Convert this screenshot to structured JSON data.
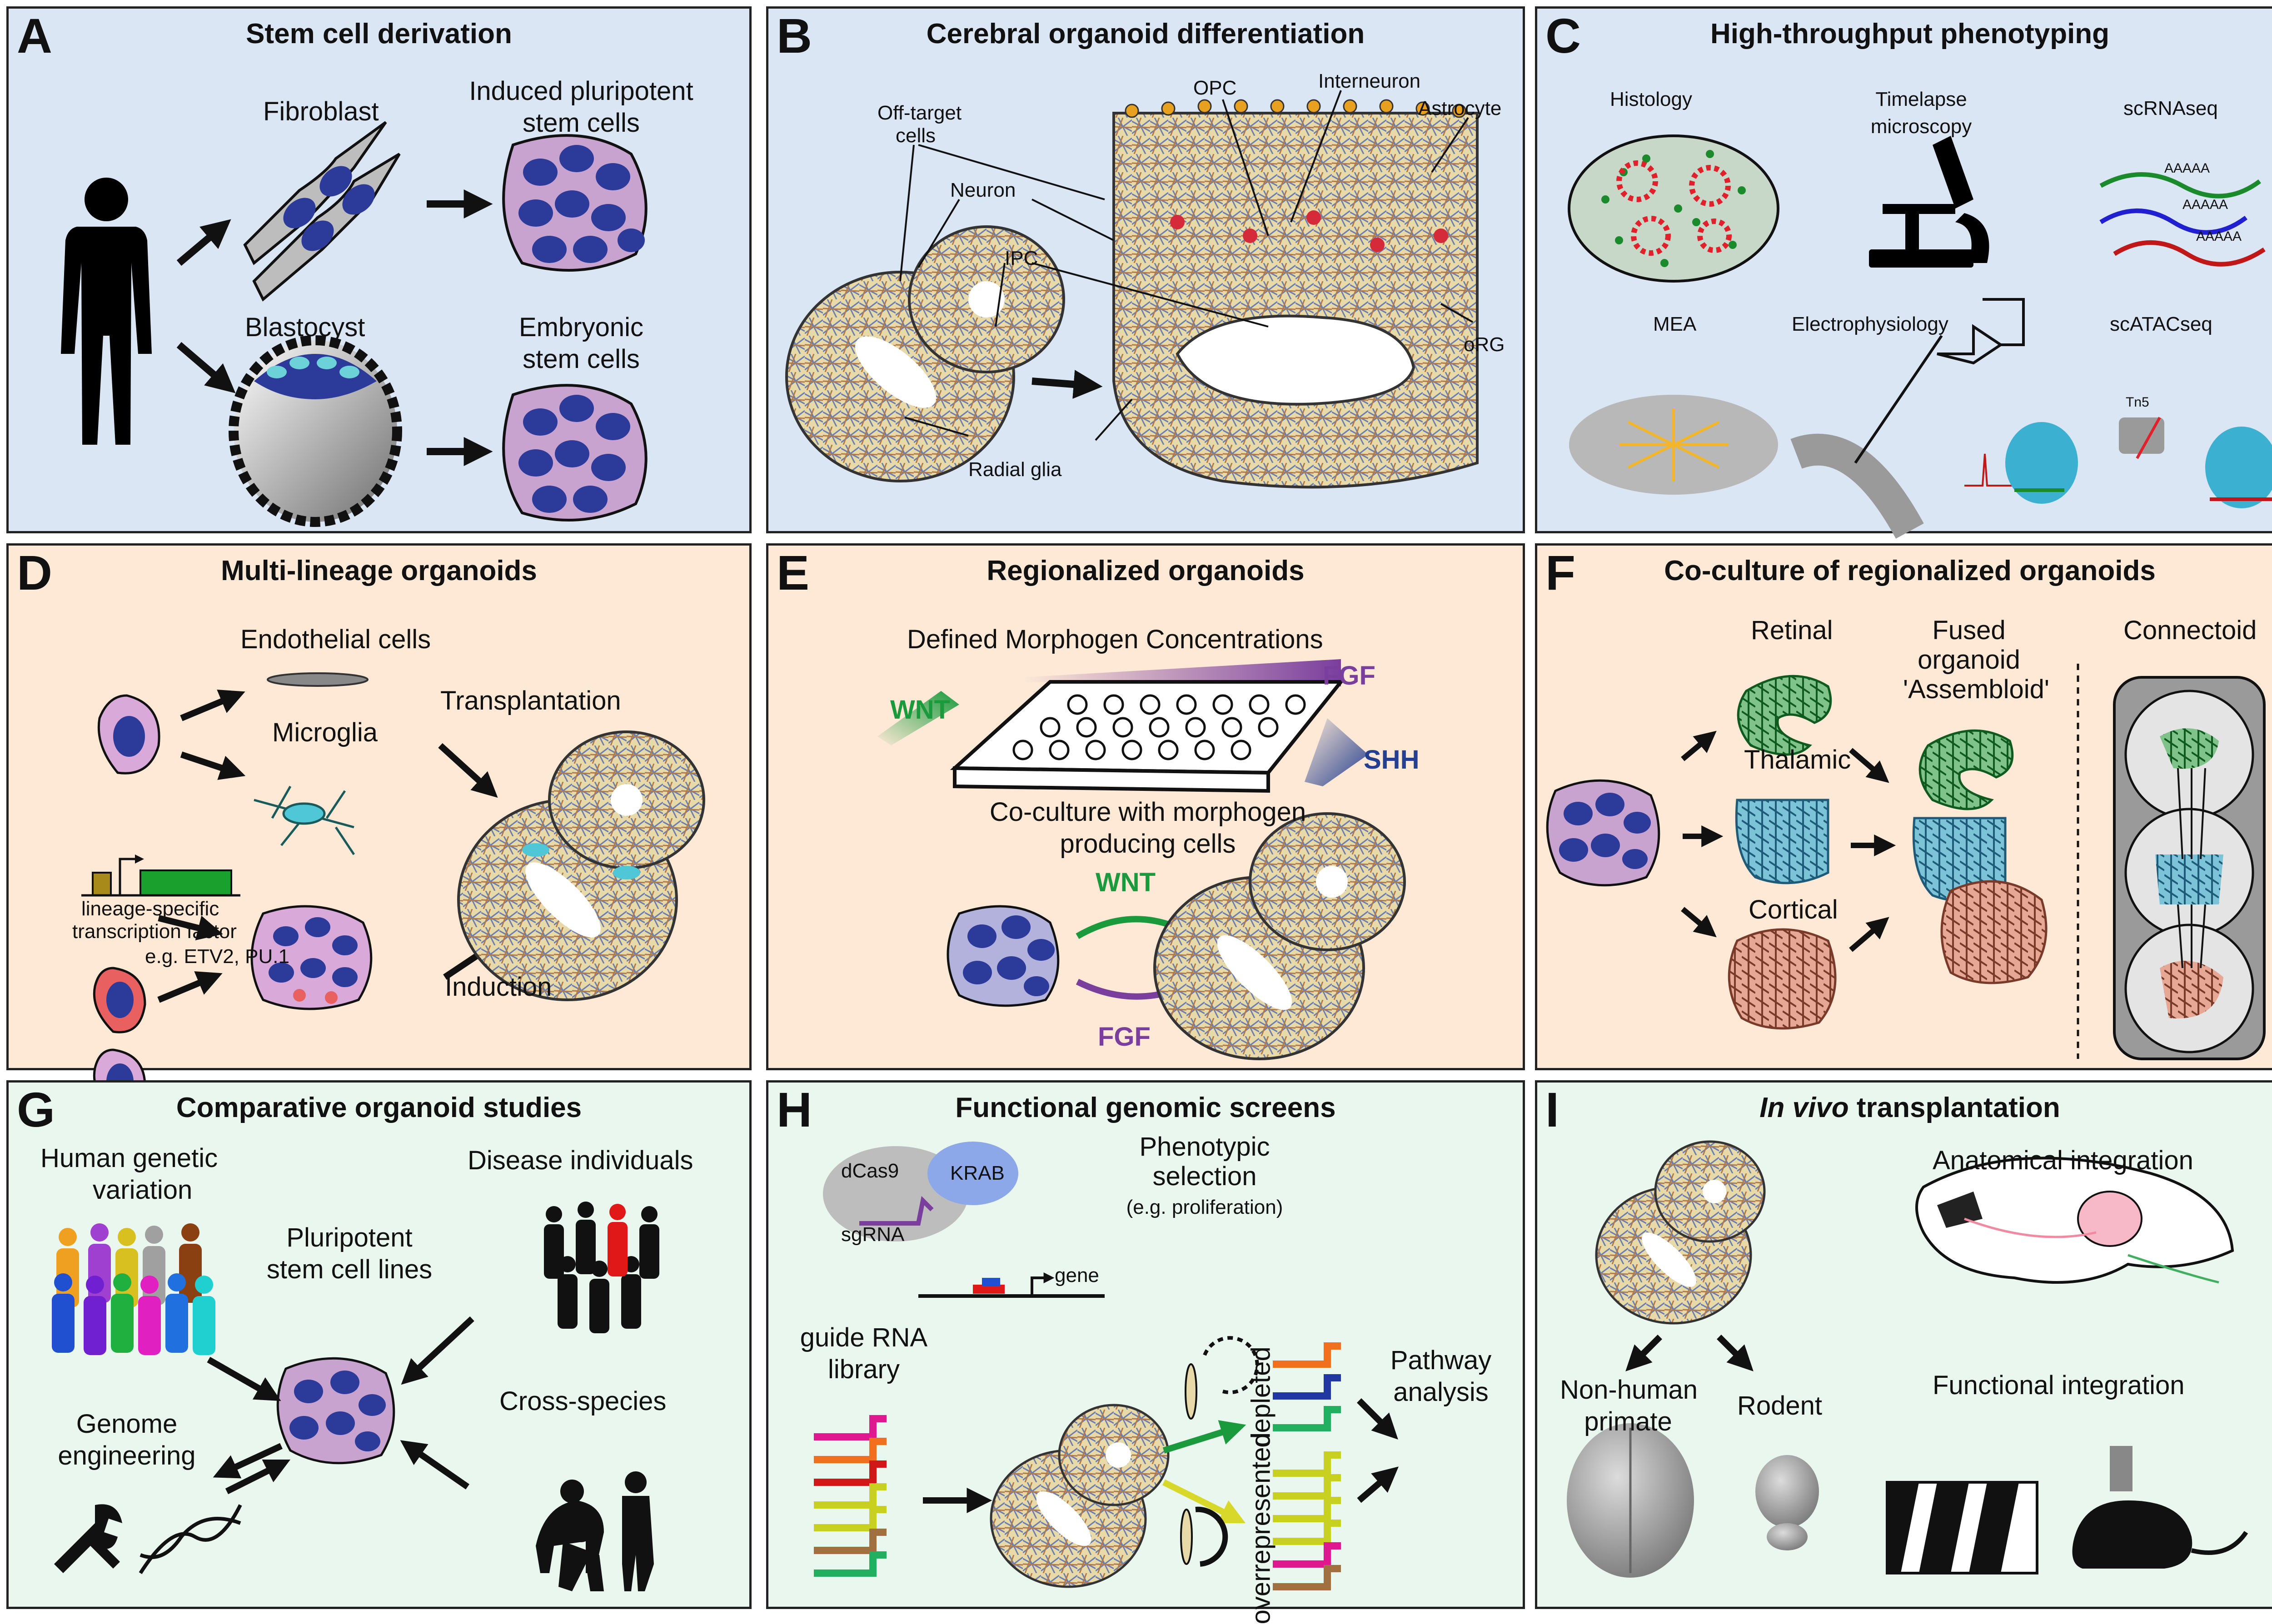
{
  "A": {
    "letter": "A",
    "title": "Stem cell derivation",
    "fibroblast": "Fibroblast",
    "ipsc_1": "Induced pluripotent",
    "ipsc_2": "stem cells",
    "blastocyst": "Blastocyst",
    "esc_1": "Embryonic",
    "esc_2": "stem cells"
  },
  "B": {
    "letter": "B",
    "title": "Cerebral organoid differentiation",
    "offtarget_1": "Off-target",
    "offtarget_2": "cells",
    "neuron": "Neuron",
    "ipc": "IPC",
    "opc": "OPC",
    "interneuron": "Interneuron",
    "astrocyte": "Astrocyte",
    "org": "oRG",
    "radial_glia": "Radial glia"
  },
  "C": {
    "letter": "C",
    "title": "High-throughput phenotyping",
    "histology": "Histology",
    "timelapse_1": "Timelapse",
    "timelapse_2": "microscopy",
    "scrnaseq": "scRNAseq",
    "polya": "AAAAA",
    "mea": "MEA",
    "ephys": "Electrophysiology",
    "scatacseq": "scATACseq",
    "tn5": "Tn5"
  },
  "D": {
    "letter": "D",
    "title": "Multi-lineage organoids",
    "endothelial": "Endothelial cells",
    "microglia": "Microglia",
    "transplantation": "Transplantation",
    "tf_1": "lineage-specific",
    "tf_2": "transcription factor",
    "eg": "e.g. ETV2, PU.1",
    "induction": "Induction"
  },
  "E": {
    "letter": "E",
    "title": "Regionalized organoids",
    "defined": "Defined Morphogen Concentrations",
    "wnt": "WNT",
    "fgf": "FGF",
    "shh": "SHH",
    "coculture_1": "Co-culture with morphogen",
    "coculture_2": "producing cells",
    "wnt2": "WNT",
    "fgf2": "FGF"
  },
  "F": {
    "letter": "F",
    "title": "Co-culture of regionalized organoids",
    "retinal": "Retinal",
    "thalamic": "Thalamic",
    "cortical": "Cortical",
    "fused_1": "Fused",
    "fused_2": "organoid",
    "fused_3": "'Assembloid'",
    "connectoid": "Connectoid"
  },
  "G": {
    "letter": "G",
    "title": "Comparative organoid studies",
    "hgv_1": "Human genetic",
    "hgv_2": "variation",
    "disease": "Disease individuals",
    "psc_1": "Pluripotent",
    "psc_2": "stem cell lines",
    "genome_1": "Genome",
    "genome_2": "engineering",
    "cross": "Cross-species"
  },
  "H": {
    "letter": "H",
    "title": "Functional genomic screens",
    "dcas9": "dCas9",
    "krab": "KRAB",
    "sgrna": "sgRNA",
    "gene": "gene",
    "phen_1": "Phenotypic",
    "phen_2": "selection",
    "phen_3": "(e.g. proliferation)",
    "guide_1": "guide RNA",
    "guide_2": "library",
    "depleted": "depleted",
    "overrep": "overrepresented",
    "pathway_1": "Pathway",
    "pathway_2": "analysis"
  },
  "I": {
    "letter": "I",
    "title_em": "In vivo",
    "title_rest": " transplantation",
    "anatomical": "Anatomical integration",
    "nhp_1": "Non-human",
    "nhp_2": "primate",
    "rodent": "Rodent",
    "functional": "Functional integration"
  }
}
